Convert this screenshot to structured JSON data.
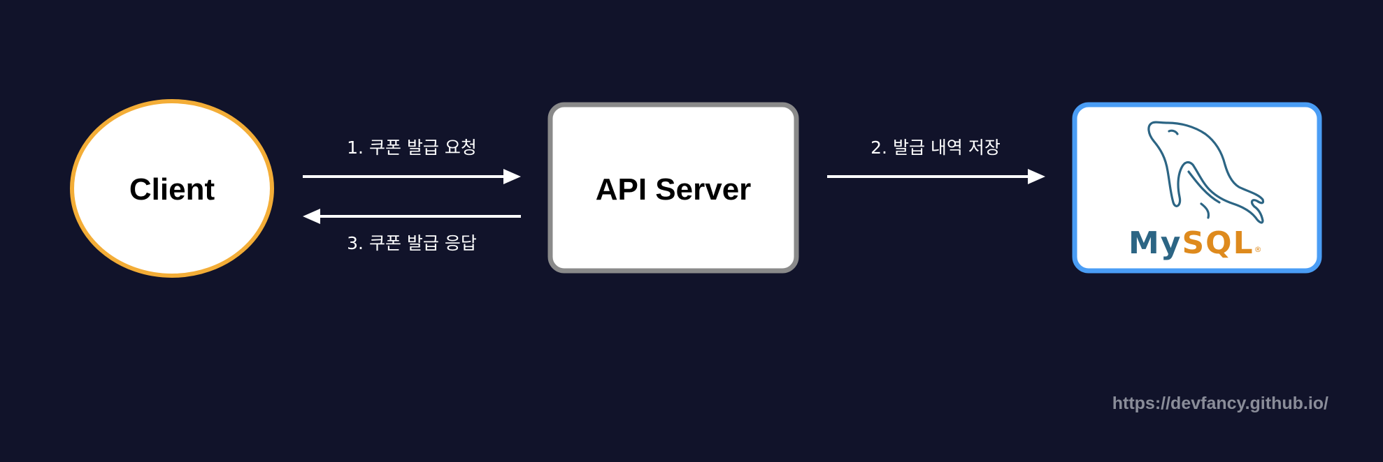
{
  "nodes": {
    "client": {
      "label": "Client",
      "border_color": "#f3ad37"
    },
    "api_server": {
      "label": "API Server",
      "border_color": "#8a8a8a"
    },
    "database": {
      "logo_text_1": "My",
      "logo_text_2": "SQL",
      "logo_reg": "®",
      "border_color": "#4a9df5",
      "logo_colors": {
        "my": "#2c6584",
        "sql": "#de8a1d",
        "dolphin": "#2c6584"
      }
    }
  },
  "edges": [
    {
      "label": "1. 쿠폰 발급 요청"
    },
    {
      "label": "3. 쿠폰 발급 응답"
    },
    {
      "label": "2. 발급 내역 저장"
    }
  ],
  "watermark": "https://devfancy.github.io/",
  "colors": {
    "background": "#11132a",
    "arrow": "#ffffff"
  }
}
